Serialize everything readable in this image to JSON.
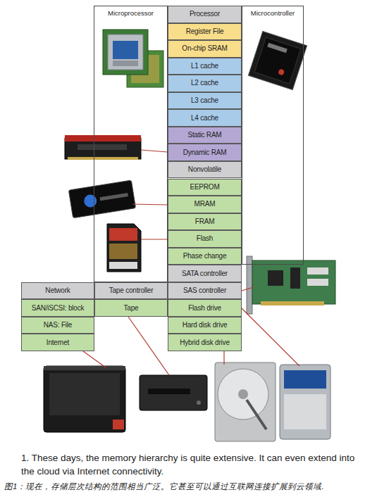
{
  "diagram": {
    "caption": "1. These days, the memory hierarchy is quite extensive. It can even extend into the cloud via Internet connectivity.",
    "nodes": [
      {
        "text": [
          "Microprocessor"
        ]
      },
      {
        "text": [
          "Processor"
        ]
      },
      {
        "text": [
          "Microcontroller"
        ]
      },
      {
        "text": [
          "Register File"
        ]
      },
      {
        "text": [
          "On-chip SRAM"
        ]
      },
      {
        "text": [
          "L1 cache"
        ]
      },
      {
        "text": [
          "L2 cache"
        ]
      },
      {
        "text": [
          "L3 cache"
        ]
      },
      {
        "text": [
          "L4 cache"
        ]
      },
      {
        "text": [
          "Static RAM"
        ]
      },
      {
        "text": [
          "Dynamic RAM"
        ]
      },
      {
        "text": [
          "Nonvolatile"
        ]
      },
      {
        "text": [
          "EEPROM"
        ]
      },
      {
        "text": [
          "MRAM"
        ]
      },
      {
        "text": [
          "FRAM"
        ]
      },
      {
        "text": [
          "Flash"
        ]
      },
      {
        "text": [
          "Phase change"
        ]
      },
      {
        "text": [
          "SATA controller"
        ]
      },
      {
        "text": [
          "Network"
        ]
      },
      {
        "text": [
          "Tape controller"
        ]
      },
      {
        "text": [
          "SAS controller"
        ]
      },
      {
        "text": [
          "SAN/iSCSI: block"
        ]
      },
      {
        "text": [
          "Tape"
        ]
      },
      {
        "text": [
          "Flash drive"
        ]
      },
      {
        "text": [
          "NAS: File"
        ]
      },
      {
        "text": [
          "Hard disk drive"
        ]
      },
      {
        "text": [
          "Internet"
        ]
      },
      {
        "text": [
          "Hybrid disk drive"
        ]
      }
    ],
    "labels": [
      "图1：现在，存储层次结构的范围相当广泛。它甚至可以通过互联网连接扩展到云领域."
    ]
  }
}
